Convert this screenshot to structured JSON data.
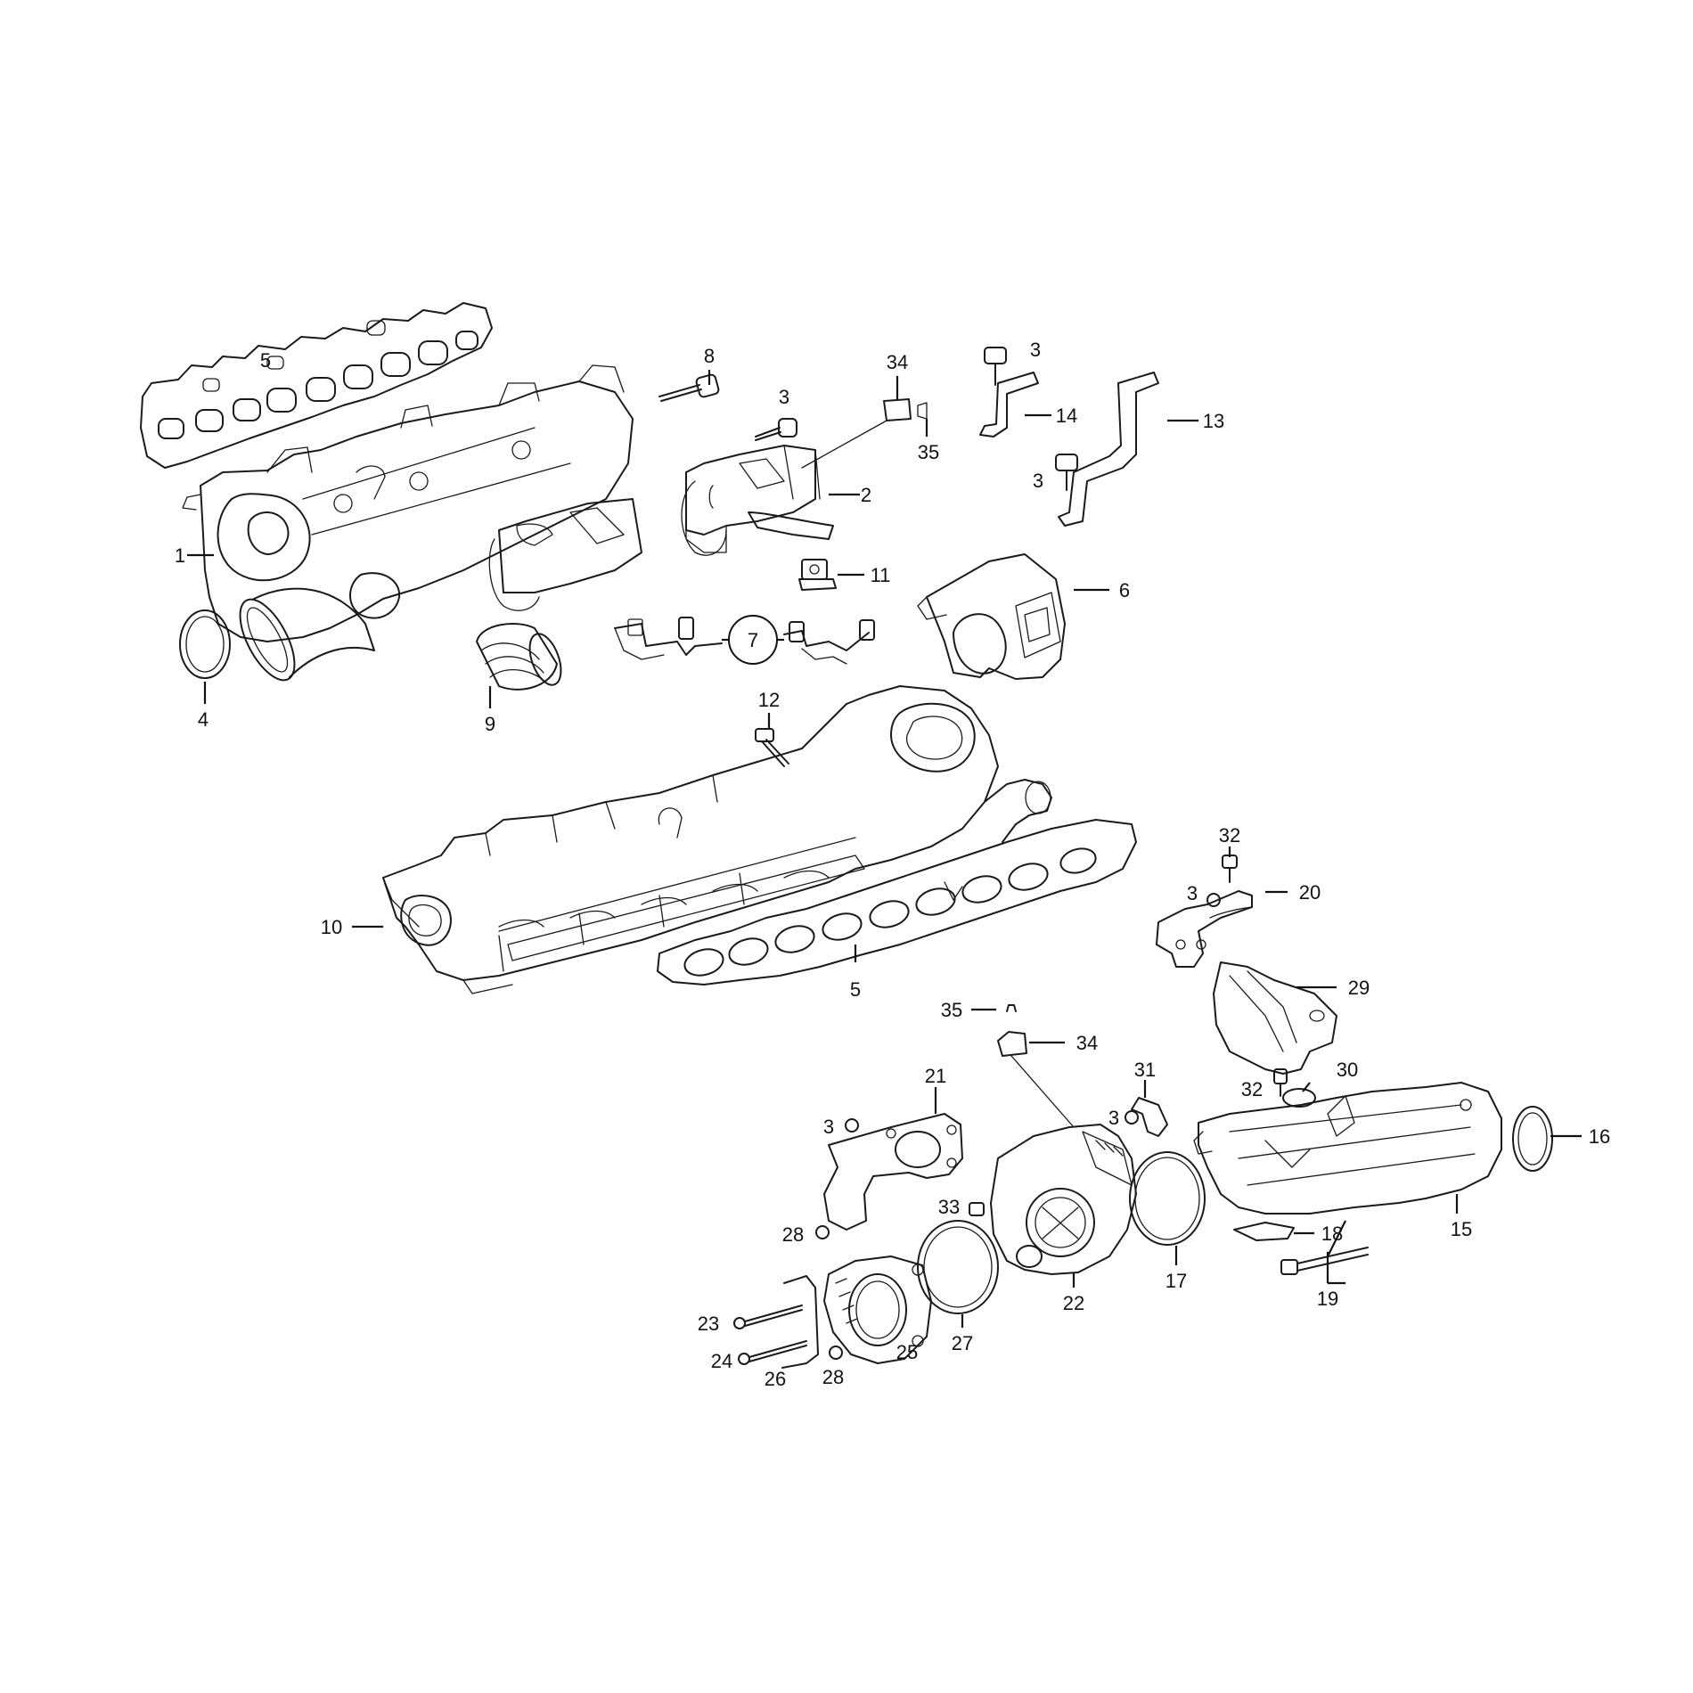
{
  "callouts": {
    "c5a": "5",
    "c8": "8",
    "c34a": "34",
    "c3a": "3",
    "c3b": "3",
    "c14": "14",
    "c13": "13",
    "c35a": "35",
    "c3c": "3",
    "c2": "2",
    "c1": "1",
    "c11": "11",
    "c6": "6",
    "c7": "7",
    "c4": "4",
    "c9": "9",
    "c12": "12",
    "c10": "10",
    "c5b": "5",
    "c32a": "32",
    "c3d": "3",
    "c20": "20",
    "c29": "29",
    "c35b": "35",
    "c34b": "34",
    "c21": "21",
    "c31": "31",
    "c30": "30",
    "c32b": "32",
    "c3e": "3",
    "c3f": "3",
    "c16": "16",
    "c33": "33",
    "c28a": "28",
    "c18": "18",
    "c15": "15",
    "c17": "17",
    "c22": "22",
    "c27": "27",
    "c19": "19",
    "c23": "23",
    "c24": "24",
    "c26": "26",
    "c28b": "28",
    "c25": "25"
  }
}
